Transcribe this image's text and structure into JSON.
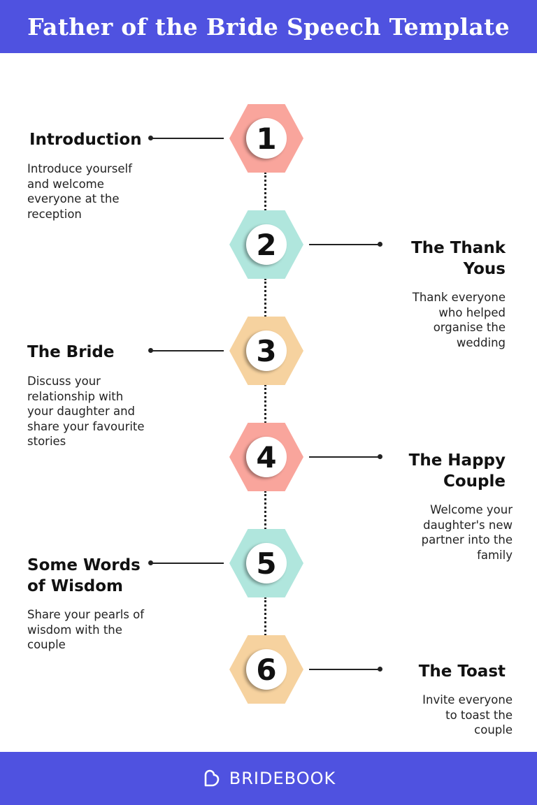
{
  "header": {
    "title": "Father of the Bride Speech Template"
  },
  "colors": {
    "banner": "#4f52e0",
    "coral": "#f9a59c",
    "mint": "#b0e6dd",
    "peach": "#f6d29f"
  },
  "steps": [
    {
      "number": "1",
      "title": "Introduction",
      "description": "Introduce yourself and welcome everyone at the reception",
      "color": "coral",
      "side": "left"
    },
    {
      "number": "2",
      "title": "The Thank Yous",
      "description": "Thank everyone who helped organise the wedding",
      "color": "mint",
      "side": "right"
    },
    {
      "number": "3",
      "title": "The Bride",
      "description": "Discuss your relationship with your daughter and share your favourite stories",
      "color": "peach",
      "side": "left"
    },
    {
      "number": "4",
      "title": "The Happy Couple",
      "description": "Welcome your daughter's new partner into the family",
      "color": "coral",
      "side": "right"
    },
    {
      "number": "5",
      "title": "Some Words of Wisdom",
      "description": "Share your pearls of wisdom with the couple",
      "color": "mint",
      "side": "left"
    },
    {
      "number": "6",
      "title": "The Toast",
      "description": "Invite everyone to toast the couple",
      "color": "peach",
      "side": "right"
    }
  ],
  "footer": {
    "brand": "BRIDEBOOK",
    "icon": "bridebook-logo-icon"
  }
}
